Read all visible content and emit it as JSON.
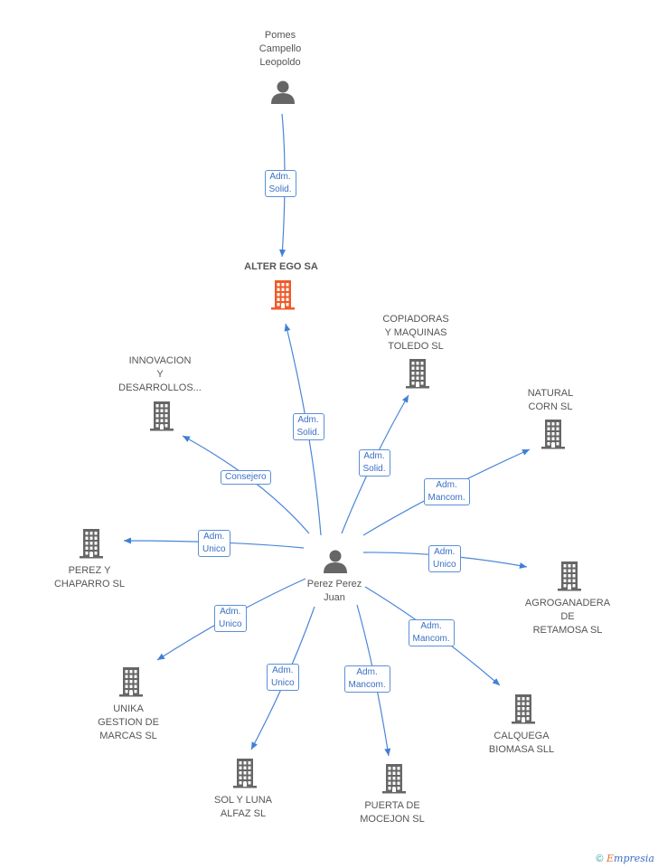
{
  "nodes": [
    {
      "id": "pomes",
      "type": "person",
      "label": "Pomes\nCampello\nLeopoldo",
      "color": "#666666"
    },
    {
      "id": "alterego",
      "type": "company",
      "label": "ALTER EGO SA",
      "color": "#f05a28",
      "bold": true
    },
    {
      "id": "copiadoras",
      "type": "company",
      "label": "COPIADORAS\nY MAQUINAS\nTOLEDO SL",
      "color": "#666666"
    },
    {
      "id": "innovacion",
      "type": "company",
      "label": "INNOVACION\nY\nDESARROLLOS...",
      "color": "#666666"
    },
    {
      "id": "natural",
      "type": "company",
      "label": "NATURAL\nCORN SL",
      "color": "#666666"
    },
    {
      "id": "perezchaparro",
      "type": "company",
      "label": "PEREZ Y\nCHAPARRO SL",
      "color": "#666666"
    },
    {
      "id": "perezjuan",
      "type": "person",
      "label": "Perez Perez\nJuan",
      "color": "#666666"
    },
    {
      "id": "agroganadera",
      "type": "company",
      "label": "AGROGANADERA\nDE\nRETAMOSA SL",
      "color": "#666666"
    },
    {
      "id": "unika",
      "type": "company",
      "label": "UNIKA\nGESTION DE\nMARCAS SL",
      "color": "#666666"
    },
    {
      "id": "calquega",
      "type": "company",
      "label": "CALQUEGA\nBIOMASA SLL",
      "color": "#666666"
    },
    {
      "id": "solyluna",
      "type": "company",
      "label": "SOL Y LUNA\nALFAZ SL",
      "color": "#666666"
    },
    {
      "id": "puerta",
      "type": "company",
      "label": "PUERTA DE\nMOCEJON SL",
      "color": "#666666"
    }
  ],
  "edges": [
    {
      "from": "pomes",
      "to": "alterego",
      "label": "Adm.\nSolid."
    },
    {
      "from": "perezjuan",
      "to": "alterego",
      "label": "Adm.\nSolid."
    },
    {
      "from": "perezjuan",
      "to": "copiadoras",
      "label": "Adm.\nSolid."
    },
    {
      "from": "perezjuan",
      "to": "innovacion",
      "label": "Consejero"
    },
    {
      "from": "perezjuan",
      "to": "natural",
      "label": "Adm.\nMancom."
    },
    {
      "from": "perezjuan",
      "to": "perezchaparro",
      "label": "Adm.\nUnico"
    },
    {
      "from": "perezjuan",
      "to": "agroganadera",
      "label": "Adm.\nUnico"
    },
    {
      "from": "perezjuan",
      "to": "unika",
      "label": "Adm.\nUnico"
    },
    {
      "from": "perezjuan",
      "to": "calquega",
      "label": "Adm.\nMancom."
    },
    {
      "from": "perezjuan",
      "to": "solyluna",
      "label": "Adm.\nUnico"
    },
    {
      "from": "perezjuan",
      "to": "puerta",
      "label": "Adm.\nMancom."
    }
  ],
  "brand": {
    "copyright": "©",
    "first_letter": "E",
    "rest": "mpresia"
  }
}
